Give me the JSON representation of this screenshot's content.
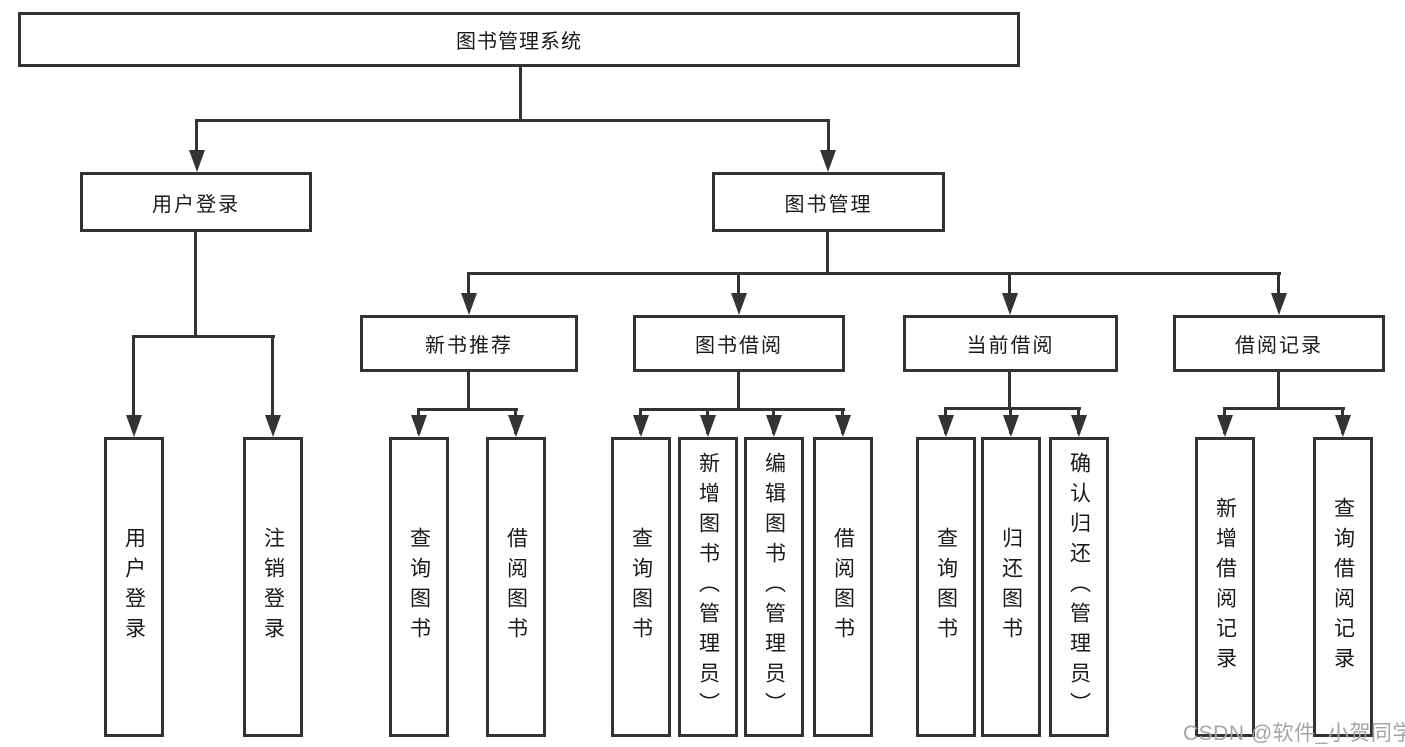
{
  "tree": {
    "label": "图书管理系统",
    "children": [
      {
        "label": "用户登录",
        "children": [
          {
            "label": "用户登录"
          },
          {
            "label": "注销登录"
          }
        ]
      },
      {
        "label": "图书管理",
        "children": [
          {
            "label": "新书推荐",
            "children": [
              {
                "label": "查询图书"
              },
              {
                "label": "借阅图书"
              }
            ]
          },
          {
            "label": "图书借阅",
            "children": [
              {
                "label": "查询图书"
              },
              {
                "label": "新增图书（管理员）"
              },
              {
                "label": "编辑图书（管理员）"
              },
              {
                "label": "借阅图书"
              }
            ]
          },
          {
            "label": "当前借阅",
            "children": [
              {
                "label": "查询图书"
              },
              {
                "label": "归还图书"
              },
              {
                "label": "确认归还（管理员）"
              }
            ]
          },
          {
            "label": "借阅记录",
            "children": [
              {
                "label": "新增借阅记录"
              },
              {
                "label": "查询借阅记录"
              }
            ]
          }
        ]
      }
    ]
  },
  "watermark": "CSDN @软件_小贺同学",
  "colors": {
    "line": "#333333",
    "text": "#1a1a1a",
    "node_background": "#ffffff",
    "page_background": "#ffffff",
    "watermark": "#a5a5a5"
  }
}
